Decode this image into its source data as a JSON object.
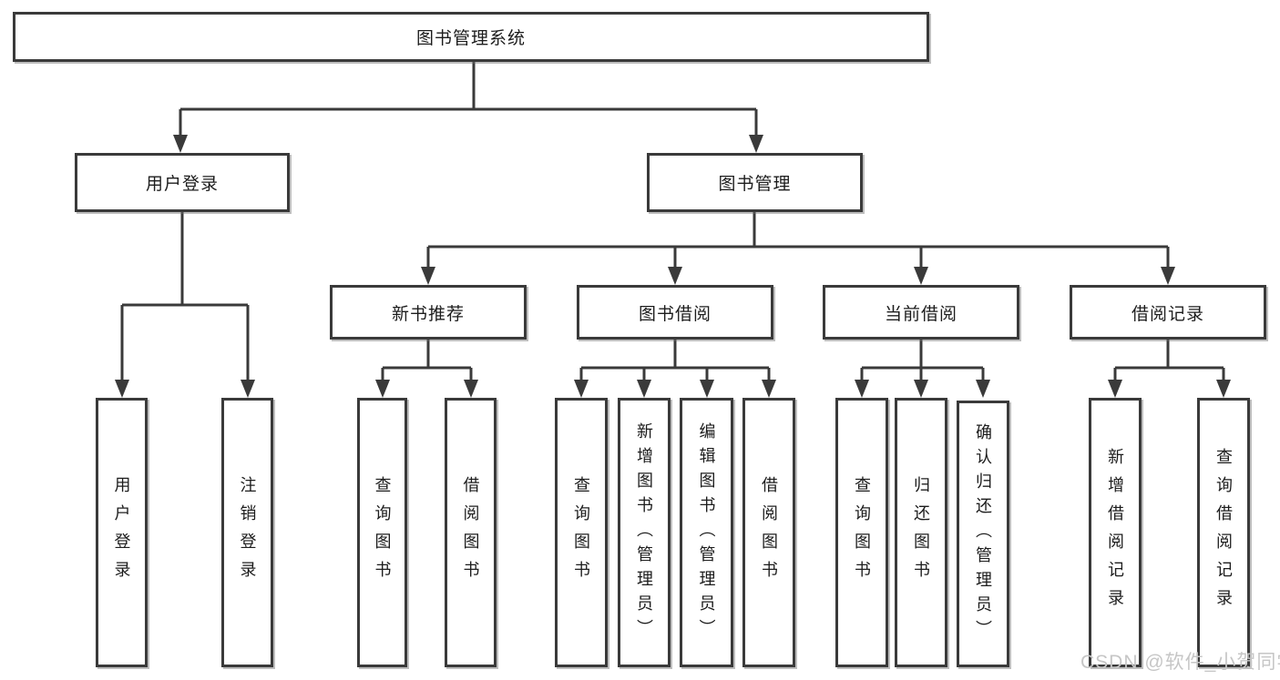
{
  "nodes": {
    "root": "图书管理系统",
    "user_login": "用户登录",
    "book_management": "图书管理",
    "new_book_recommend": "新书推荐",
    "book_borrowing": "图书借阅",
    "current_borrowing": "当前借阅",
    "borrowing_records": "借阅记录",
    "leaf_user_login": "用户登录",
    "leaf_logout": "注销登录",
    "leaf_query_books_recommend": "查询图书",
    "leaf_borrow_books_recommend": "借阅图书",
    "leaf_query_books_borrowing": "查询图书",
    "leaf_add_books_admin": "新增图书（管理员）",
    "leaf_edit_books_admin": "编辑图书（管理员）",
    "leaf_borrow_books_borrowing": "借阅图书",
    "leaf_query_books_current": "查询图书",
    "leaf_return_books": "归还图书",
    "leaf_confirm_return_admin": "确认归还（管理员）",
    "leaf_add_borrow_record": "新增借阅记录",
    "leaf_query_borrow_record": "查询借阅记录"
  },
  "watermark": "CSDN @软件_小贺同学",
  "colors": {
    "line": "#3a3a3a",
    "border": "#3a3a3a",
    "text": "#1c1c1c",
    "watermark": "#c6c6c6",
    "background": "#ffffff"
  }
}
